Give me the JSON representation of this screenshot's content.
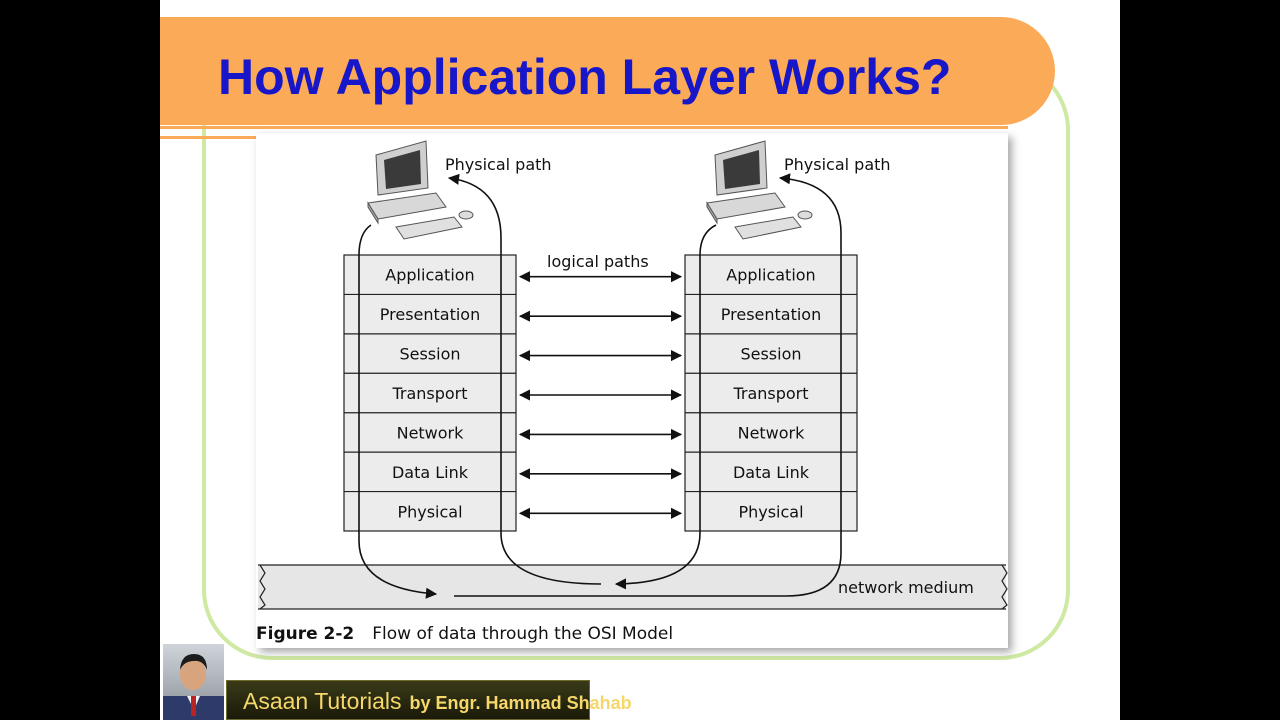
{
  "slide": {
    "title": "How Application Layer Works?"
  },
  "figure": {
    "caption_label": "Figure 2-2",
    "caption_text": "Flow of data through the OSI Model",
    "left_physical_path": "Physical path",
    "right_physical_path": "Physical path",
    "logical_paths": "logical paths",
    "network_medium": "network medium",
    "layers": [
      "Application",
      "Presentation",
      "Session",
      "Transport",
      "Network",
      "Data Link",
      "Physical"
    ]
  },
  "banner": {
    "brand": "Asaan Tutorials",
    "byline": "by Engr. Hammad Shahab"
  }
}
